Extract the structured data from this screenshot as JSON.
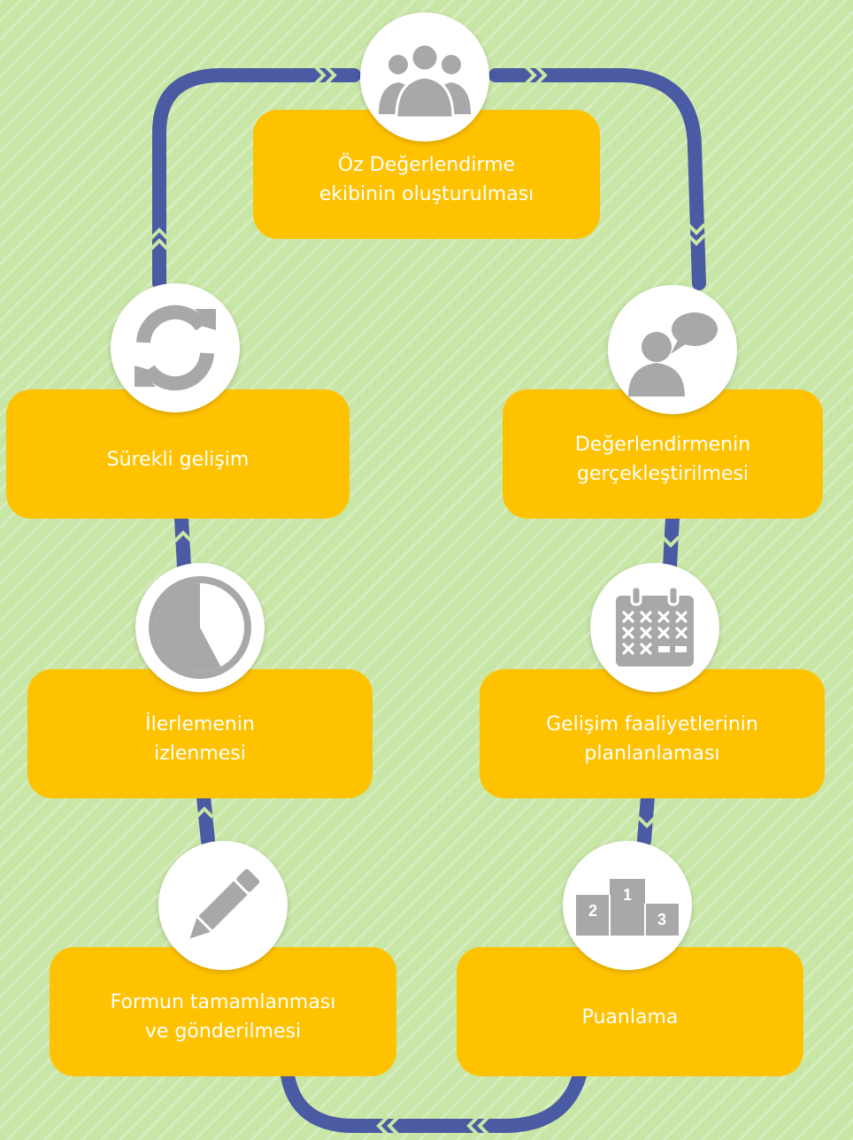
{
  "colors": {
    "background": "#c8e6a6",
    "step_fill": "#ffc200",
    "step_text": "#ffffff",
    "connector": "#4a5aa3",
    "icon_circle": "#ffffff",
    "icon_glyph": "#a8a8a8"
  },
  "steps": [
    {
      "id": "team",
      "label": "Öz Değerlendirme\nekibinin oluşturulması",
      "icon": "people-group-icon"
    },
    {
      "id": "assessment",
      "label": "Değerlendirmenin\ngerçekleştirilmesi",
      "icon": "person-speech-icon"
    },
    {
      "id": "planning",
      "label": "Gelişim faaliyetlerinin\nplanlanlaması",
      "icon": "calendar-icon"
    },
    {
      "id": "scoring",
      "label": "Puanlama",
      "icon": "podium-icon"
    },
    {
      "id": "form",
      "label": "Formun tamamlanması\nve gönderilmesi",
      "icon": "pencil-icon"
    },
    {
      "id": "monitoring",
      "label": "İlerlemenin\nizlenmesi",
      "icon": "clock-icon"
    },
    {
      "id": "improvement",
      "label": "Sürekli gelişim",
      "icon": "refresh-icon"
    }
  ],
  "podium_numbers": {
    "first": "1",
    "second": "2",
    "third": "3"
  }
}
